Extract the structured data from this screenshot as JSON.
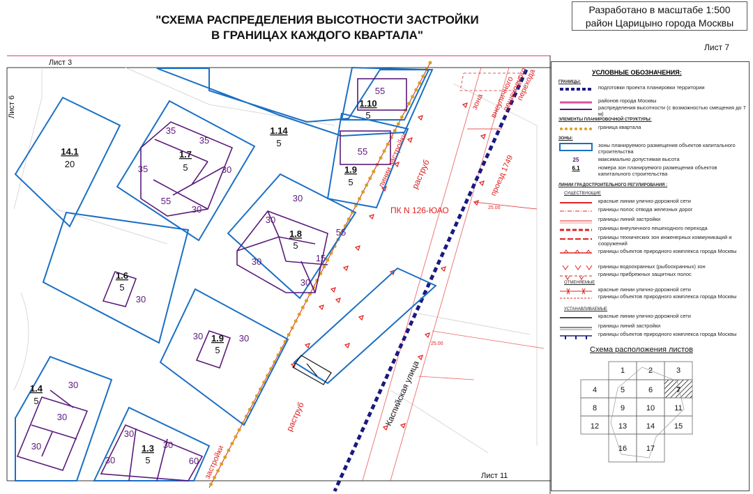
{
  "header": {
    "title_line1": "\"СХЕМА РАСПРЕДЕЛЕНИЯ ВЫСОТНОСТИ ЗАСТРОЙКИ",
    "title_line2": "В ГРАНИЦАХ КАЖДОГО КВАРТАЛА\"",
    "stamp_line1": "Разработано в масштабе 1:500",
    "stamp_line2": "район Царицыно города Москвы",
    "sheet": "Лист 7"
  },
  "map": {
    "sheet_refs": {
      "top": "Лист 3",
      "left": "Лист 6",
      "bottom": "Лист 11"
    },
    "street": "Каспийская улица",
    "labels": {
      "pk": "ПК N 126-ЮАО",
      "rastrub1": "раструб",
      "rastrub2": "раструб",
      "liniya": "линии застройки",
      "zastroyki": "застройки",
      "zona_line1": "зона",
      "zona_line2": "внеуличного",
      "zona_line3": "пешеходного",
      "zona_line4": "перехода",
      "proezd": "проезд 1749",
      "dim1": "25.00",
      "dim2": "25.00"
    },
    "zones": [
      {
        "id": "14.1",
        "h": "20"
      },
      {
        "id": "1.7",
        "h": "5"
      },
      {
        "id": "1.14",
        "h": "5"
      },
      {
        "id": "1.10",
        "h": "5"
      },
      {
        "id": "1.9",
        "h": "5"
      },
      {
        "id": "1.8",
        "h": "5"
      },
      {
        "id": "1.6",
        "h": "5"
      },
      {
        "id": "1.9",
        "h": "5"
      },
      {
        "id": "1.4",
        "h": "5"
      },
      {
        "id": "1.3",
        "h": "5"
      }
    ],
    "heights": [
      "55",
      "35",
      "35",
      "30",
      "35",
      "30",
      "55",
      "55",
      "30",
      "30",
      "55",
      "30",
      "15",
      "30",
      "30",
      "30",
      "30",
      "30",
      "30",
      "30",
      "30",
      "30",
      "60",
      "30"
    ]
  },
  "legend": {
    "title": "УСЛОВНЫЕ ОБОЗНАЧЕНИЯ:",
    "sec_bounds": "ГРАНИЦЫ:",
    "b1": "подготовки проекта планировки территории",
    "b2": "районов города Москвы",
    "b3": "распределения высотности (с возможностью смещения до 7 м)",
    "sec_elements": "ЭЛЕМЕНТЫ ПЛАНИРОВОЧНОЙ СТРУКТУРЫ:",
    "e1": "граница квартала",
    "sec_zones": "ЗОНЫ:",
    "z1": "зоны планируемого размещения объектов капитального строительства",
    "z2_sym": "25",
    "z2": "максимально допустимая высота",
    "z3_sym": "6.1",
    "z3": "номера зон планируемого размещения объектов капитального строительства",
    "sec_lines": "ЛИНИИ ГРАДОСТРОИТЕЛЬНОГО РЕГУЛИРОВАНИЯ :",
    "sub_exist": "СУЩЕСТВУЮЩИЕ",
    "l1": "красные линии улично-дорожной сети",
    "l2": "границы полос отвода железных дорог",
    "l3": "границы линий застройки",
    "l4": "границы внеуличного пешеходного перехода",
    "l5": "границы технических зон инженерных коммуникаций и сооружений",
    "l6": "границы объектов природного комплекса города Москвы",
    "l7": "границы водоохранных (рыбоохранных) зон",
    "l8": "границы прибрежных защитных полос",
    "sub_cancel": "ОТМЕНЯЕМЫЕ",
    "c1": "красные линии улично-дорожной сети",
    "c2": "границы объектов природного комплекса города Москвы",
    "sub_new": "УСТАНАВЛИВАЕМЫЕ",
    "n1": "красные линии улично-дорожной сети",
    "n2": "границы линий застройки",
    "n3": "границы объектов природного комплекса города Москвы",
    "minimap_title": "Схема расположения листов",
    "sheets": [
      "1",
      "2",
      "3",
      "4",
      "5",
      "6",
      "7",
      "8",
      "9",
      "10",
      "11",
      "12",
      "13",
      "14",
      "15",
      "16",
      "17"
    ]
  },
  "colors": {
    "zone_blue": "#1a6fc4",
    "height_purple": "#5a1a7a",
    "red_line": "#e02020",
    "navy_dash": "#1a1a80",
    "quarter_gold": "#d9a020",
    "pink_border": "#e0509a"
  }
}
